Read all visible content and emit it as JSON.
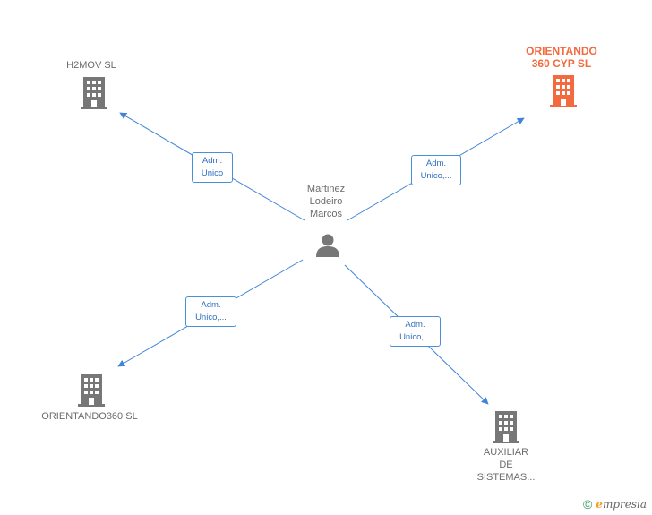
{
  "center": {
    "label": "Martinez\nLodeiro\nMarcos",
    "icon": "person-icon"
  },
  "companies": [
    {
      "id": "h2mov",
      "label": "H2MOV  SL",
      "color": "#777777",
      "icon": "building-icon"
    },
    {
      "id": "orientando-cyp",
      "label": "ORIENTANDO\n360 CYP  SL",
      "color": "#f26a3d",
      "icon": "building-icon"
    },
    {
      "id": "orientando360",
      "label": "ORIENTANDO360 SL",
      "color": "#777777",
      "icon": "building-icon"
    },
    {
      "id": "auxiliar",
      "label": "AUXILIAR\nDE\nSISTEMAS...",
      "color": "#777777",
      "icon": "building-icon"
    }
  ],
  "edges": [
    {
      "label": "Adm.\nUnico"
    },
    {
      "label": "Adm.\nUnico,..."
    },
    {
      "label": "Adm.\nUnico,..."
    },
    {
      "label": "Adm.\nUnico,..."
    }
  ],
  "colors": {
    "edge": "#3f84d6",
    "accent": "#f26a3d",
    "neutral": "#777777"
  },
  "footer": {
    "copyright": "©",
    "brand_e": "e",
    "brand_rest": "mpresia"
  }
}
